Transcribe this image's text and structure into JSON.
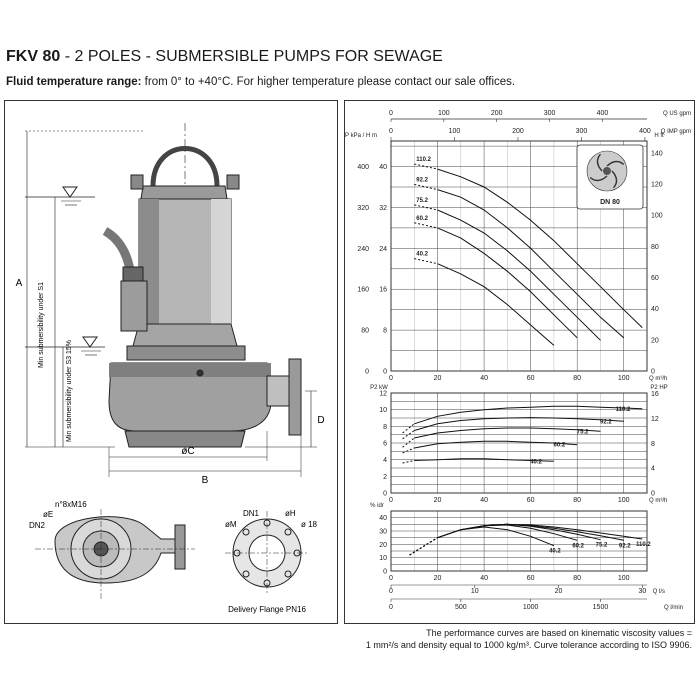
{
  "header": {
    "model": "FKV 80",
    "title_rest": " - 2 POLES - SUBMERSIBLE PUMPS FOR SEWAGE",
    "fluid_label": "Fluid temperature range:",
    "fluid_text": " from 0° to +40°C. For higher temperature please contact our sale offices."
  },
  "drawing": {
    "dim_A": "A",
    "dim_B": "B",
    "dim_C": "øC",
    "dim_D": "D",
    "min_sub_s1": "Min submersibility under S1",
    "min_sub_s3": "Min submersibility under S3 15%",
    "bolt_label": "n°8xM16",
    "dia_E": "øE",
    "dn2": "DN2",
    "dn1": "DN1",
    "dia_H": "øH",
    "dia_M": "øM",
    "dia_18": "ø 18",
    "flange_caption": "Delivery Flange PN16"
  },
  "chart_data": [
    {
      "type": "line",
      "id": "head",
      "title": "",
      "xlabel": "Q m³/h",
      "ylabel_left": "P kPa / H m",
      "ylabel_right": "H ft",
      "xlim": [
        0,
        110
      ],
      "ylim": [
        0,
        45
      ],
      "x_ticks": [
        0,
        20,
        40,
        60,
        80,
        100
      ],
      "y_ticks_m": [
        0,
        8,
        16,
        24,
        32,
        40
      ],
      "y_ticks_kpa": [
        0,
        80,
        160,
        240,
        320,
        400
      ],
      "y_ticks_ft": [
        0,
        20,
        40,
        60,
        80,
        100,
        120,
        140
      ],
      "top_axes": {
        "us_gpm_label": "Q US gpm",
        "us_gpm_ticks": [
          0,
          100,
          200,
          300,
          400
        ],
        "imp_gpm_label": "Q IMP gpm",
        "imp_gpm_ticks": [
          0,
          100,
          200,
          300,
          400
        ]
      },
      "inset_label": "DN 80",
      "series": [
        {
          "name": "110.2",
          "x": [
            10,
            20,
            30,
            40,
            50,
            60,
            70,
            80,
            90,
            100,
            108
          ],
          "y": [
            40.5,
            39.5,
            38,
            36,
            33,
            29.5,
            25.5,
            21,
            16.5,
            12,
            8.5
          ]
        },
        {
          "name": "92.2",
          "x": [
            10,
            20,
            30,
            40,
            50,
            60,
            70,
            80,
            90,
            100
          ],
          "y": [
            36.5,
            35.5,
            34,
            31.5,
            28,
            24,
            19.5,
            15,
            10.5,
            6.5
          ]
        },
        {
          "name": "75.2",
          "x": [
            10,
            20,
            30,
            40,
            50,
            60,
            70,
            80,
            90
          ],
          "y": [
            32.5,
            31.5,
            29.5,
            27,
            23.5,
            19.5,
            15,
            10.5,
            6
          ]
        },
        {
          "name": "60.2",
          "x": [
            10,
            20,
            30,
            40,
            50,
            60,
            70,
            80
          ],
          "y": [
            29,
            28,
            26,
            23,
            19.5,
            15.5,
            11,
            6.5
          ]
        },
        {
          "name": "40.2",
          "x": [
            10,
            20,
            30,
            40,
            50,
            60,
            70
          ],
          "y": [
            22,
            21,
            19,
            16.5,
            13,
            9,
            5
          ]
        }
      ]
    },
    {
      "type": "line",
      "id": "power",
      "xlabel": "Q m³/h",
      "ylabel_left": "P2 kW",
      "ylabel_right": "P2 HP",
      "xlim": [
        0,
        110
      ],
      "ylim": [
        0,
        12
      ],
      "x_ticks": [
        0,
        20,
        40,
        60,
        80,
        100
      ],
      "y_ticks_kw": [
        0,
        2,
        4,
        6,
        8,
        10,
        12
      ],
      "y_ticks_hp": [
        0,
        4,
        8,
        12,
        16
      ],
      "series": [
        {
          "name": "110.2",
          "x": [
            5,
            10,
            20,
            30,
            40,
            50,
            60,
            70,
            80,
            90,
            100,
            108
          ],
          "y": [
            7.2,
            8.3,
            9.2,
            9.7,
            10.0,
            10.2,
            10.3,
            10.4,
            10.4,
            10.3,
            10.2,
            10.1
          ]
        },
        {
          "name": "92.2",
          "x": [
            5,
            10,
            20,
            30,
            40,
            50,
            60,
            70,
            80,
            90,
            100
          ],
          "y": [
            6.5,
            7.5,
            8.3,
            8.7,
            8.9,
            9.0,
            9.05,
            9.0,
            8.9,
            8.8,
            8.6
          ]
        },
        {
          "name": "75.2",
          "x": [
            5,
            10,
            20,
            30,
            40,
            50,
            60,
            70,
            80,
            90
          ],
          "y": [
            5.5,
            6.6,
            7.2,
            7.5,
            7.7,
            7.8,
            7.8,
            7.7,
            7.6,
            7.4
          ]
        },
        {
          "name": "60.2",
          "x": [
            5,
            10,
            20,
            30,
            40,
            50,
            60,
            70,
            80
          ],
          "y": [
            4.8,
            5.4,
            5.9,
            6.1,
            6.2,
            6.2,
            6.1,
            6.0,
            5.8
          ]
        },
        {
          "name": "40.2",
          "x": [
            5,
            10,
            20,
            30,
            40,
            50,
            60,
            70
          ],
          "y": [
            3.6,
            3.9,
            4.0,
            4.1,
            4.1,
            4.0,
            3.9,
            3.8
          ]
        }
      ]
    },
    {
      "type": "line",
      "id": "efficiency",
      "xlabel": "Q l/min",
      "ylabel_left": "% idr",
      "xlim": [
        0,
        110
      ],
      "ylim": [
        0,
        45
      ],
      "x_ticks": [
        0,
        20,
        40,
        60,
        80,
        100
      ],
      "y_ticks": [
        0,
        10,
        20,
        30,
        40
      ],
      "bottom_axes": {
        "ls_label": "Q l/s",
        "ls_ticks": [
          0,
          10,
          20,
          30
        ],
        "lmin_label": "Q l/min",
        "lmin_ticks": [
          0,
          500,
          1000,
          1500
        ]
      },
      "series": [
        {
          "name": "110.2",
          "x": [
            8,
            20,
            30,
            40,
            50,
            60,
            70,
            80,
            90,
            100,
            108
          ],
          "y": [
            12,
            25,
            31,
            34,
            35,
            34.5,
            33,
            31,
            28.5,
            26,
            24
          ]
        },
        {
          "name": "92.2",
          "x": [
            8,
            20,
            30,
            40,
            50,
            60,
            70,
            80,
            90,
            100
          ],
          "y": [
            12,
            25,
            31,
            34,
            35,
            34,
            32,
            29.5,
            26.5,
            23
          ]
        },
        {
          "name": "75.2",
          "x": [
            8,
            20,
            30,
            40,
            50,
            60,
            70,
            80,
            90
          ],
          "y": [
            12,
            25,
            31,
            34,
            35,
            33.5,
            31,
            27.5,
            23.5
          ]
        },
        {
          "name": "60.2",
          "x": [
            8,
            20,
            30,
            40,
            50,
            60,
            70,
            80
          ],
          "y": [
            12,
            25,
            31,
            34,
            34.5,
            32,
            28,
            23
          ]
        },
        {
          "name": "40.2",
          "x": [
            8,
            20,
            30,
            40,
            50,
            60,
            70
          ],
          "y": [
            12,
            25,
            31,
            33,
            31,
            26,
            19
          ]
        }
      ]
    }
  ],
  "footnote": {
    "line1": "The performance curves are based on kinematic viscosity values =",
    "line2": "1 mm²/s and density equal to 1000 kg/m³. Curve tolerance according to ISO 9906."
  }
}
